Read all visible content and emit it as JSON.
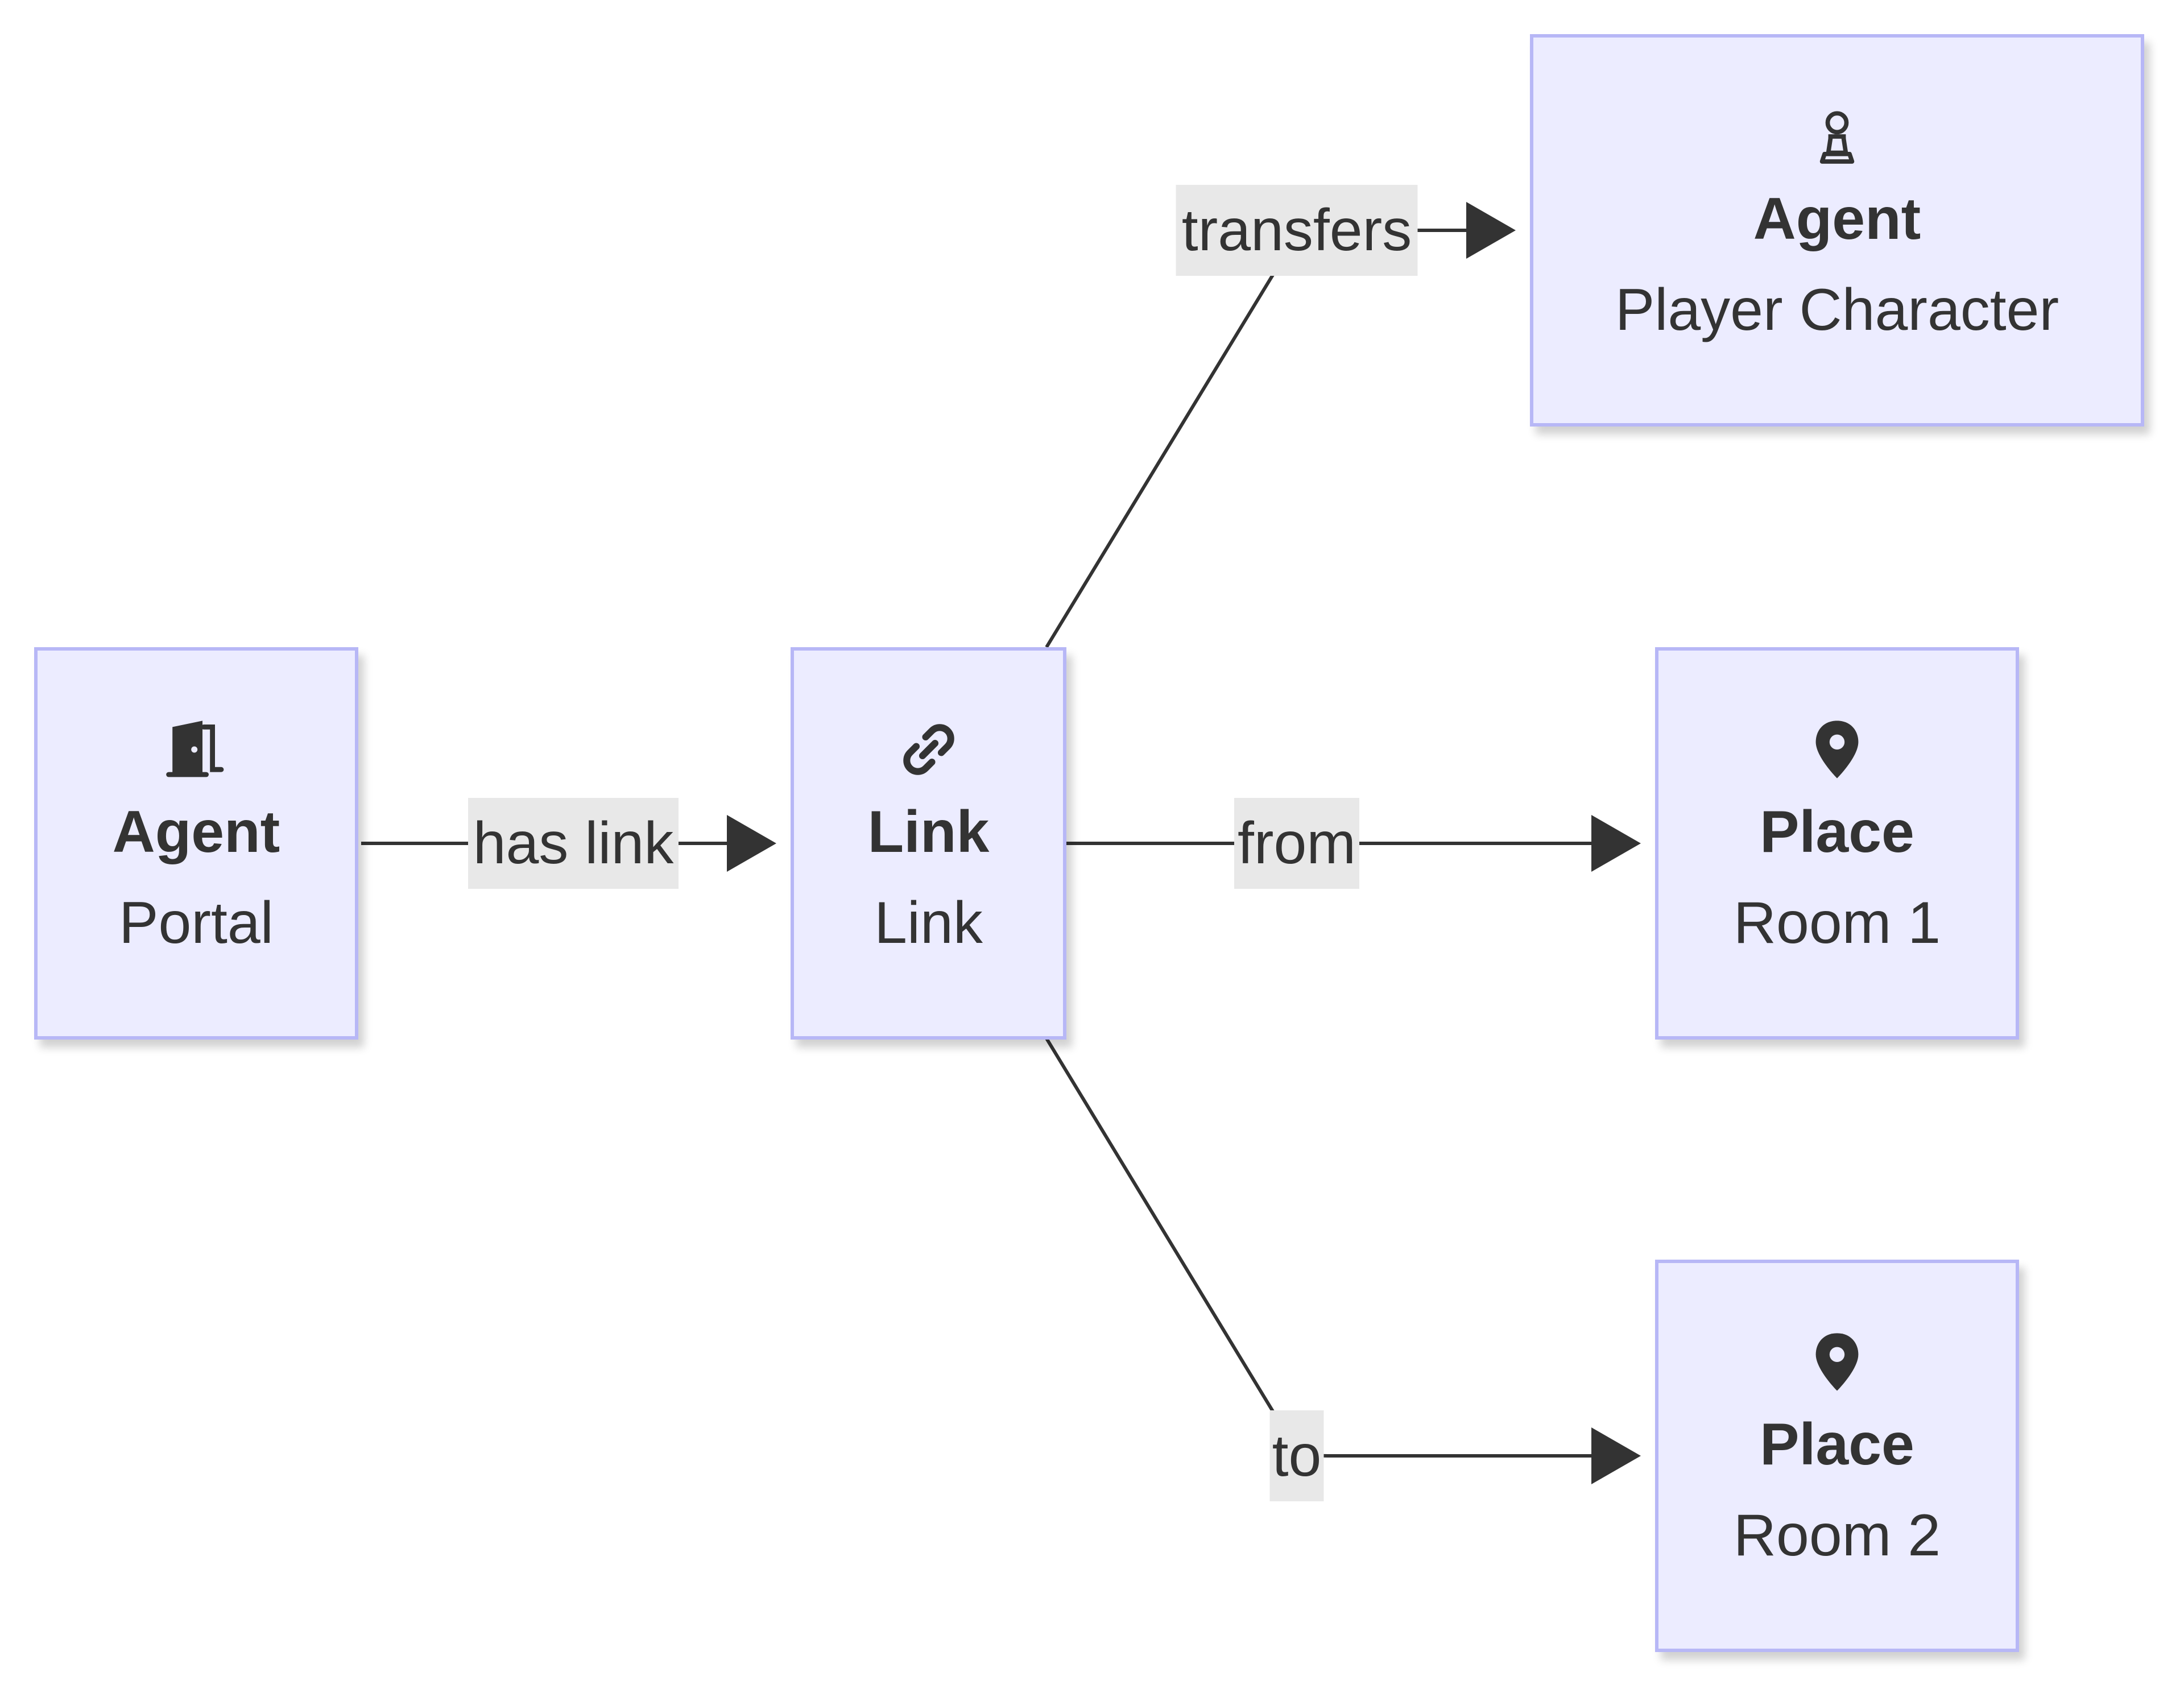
{
  "nodes": {
    "portal": {
      "type": "Agent",
      "name": "Portal",
      "icon": "door-icon"
    },
    "link": {
      "type": "Link",
      "name": "Link",
      "icon": "chain-link-icon"
    },
    "player": {
      "type": "Agent",
      "name": "Player Character",
      "icon": "chess-pawn-icon"
    },
    "room1": {
      "type": "Place",
      "name": "Room 1",
      "icon": "map-pin-icon"
    },
    "room2": {
      "type": "Place",
      "name": "Room 2",
      "icon": "map-pin-icon"
    }
  },
  "edges": {
    "has_link": "has link",
    "transfers": "transfers",
    "from": "from",
    "to": "to"
  },
  "colors": {
    "node_fill": "#ececff",
    "node_border": "#b7b7f6",
    "line": "#333333",
    "label_bg": "#e8e8e8"
  }
}
